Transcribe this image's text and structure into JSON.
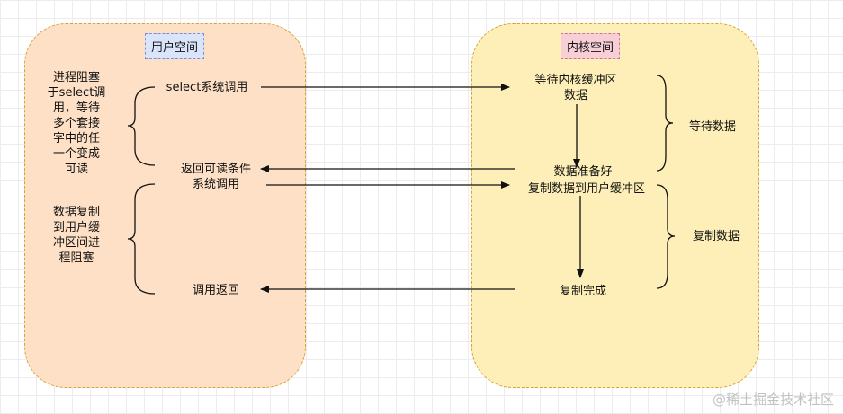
{
  "user_space": {
    "title": "用户空间",
    "note_wait": "进程阻塞\n于select调\n用，等待\n多个套接\n字中的任\n一个变成\n可读",
    "note_copy": "数据复制\n到用户缓\n冲区间进\n程阻塞",
    "call_select": "select系统调用",
    "return_readable": "返回可读条件\n系统调用",
    "call_return": "调用返回"
  },
  "kernel_space": {
    "title": "内核空间",
    "wait_data": "等待内核缓冲区\n数据",
    "data_ready": "数据准备好",
    "copy_to_user": "复制数据到用户缓冲区",
    "copy_done": "复制完成",
    "phase_wait": "等待数据",
    "phase_copy": "复制数据"
  },
  "watermark": "@稀土掘金技术社区",
  "colors": {
    "user_fill": "#fde0c5",
    "kernel_fill": "#fdefb7",
    "border": "#d6a33a",
    "user_tag_fill": "#dae4fb",
    "kernel_tag_fill": "#f8cfd7"
  }
}
